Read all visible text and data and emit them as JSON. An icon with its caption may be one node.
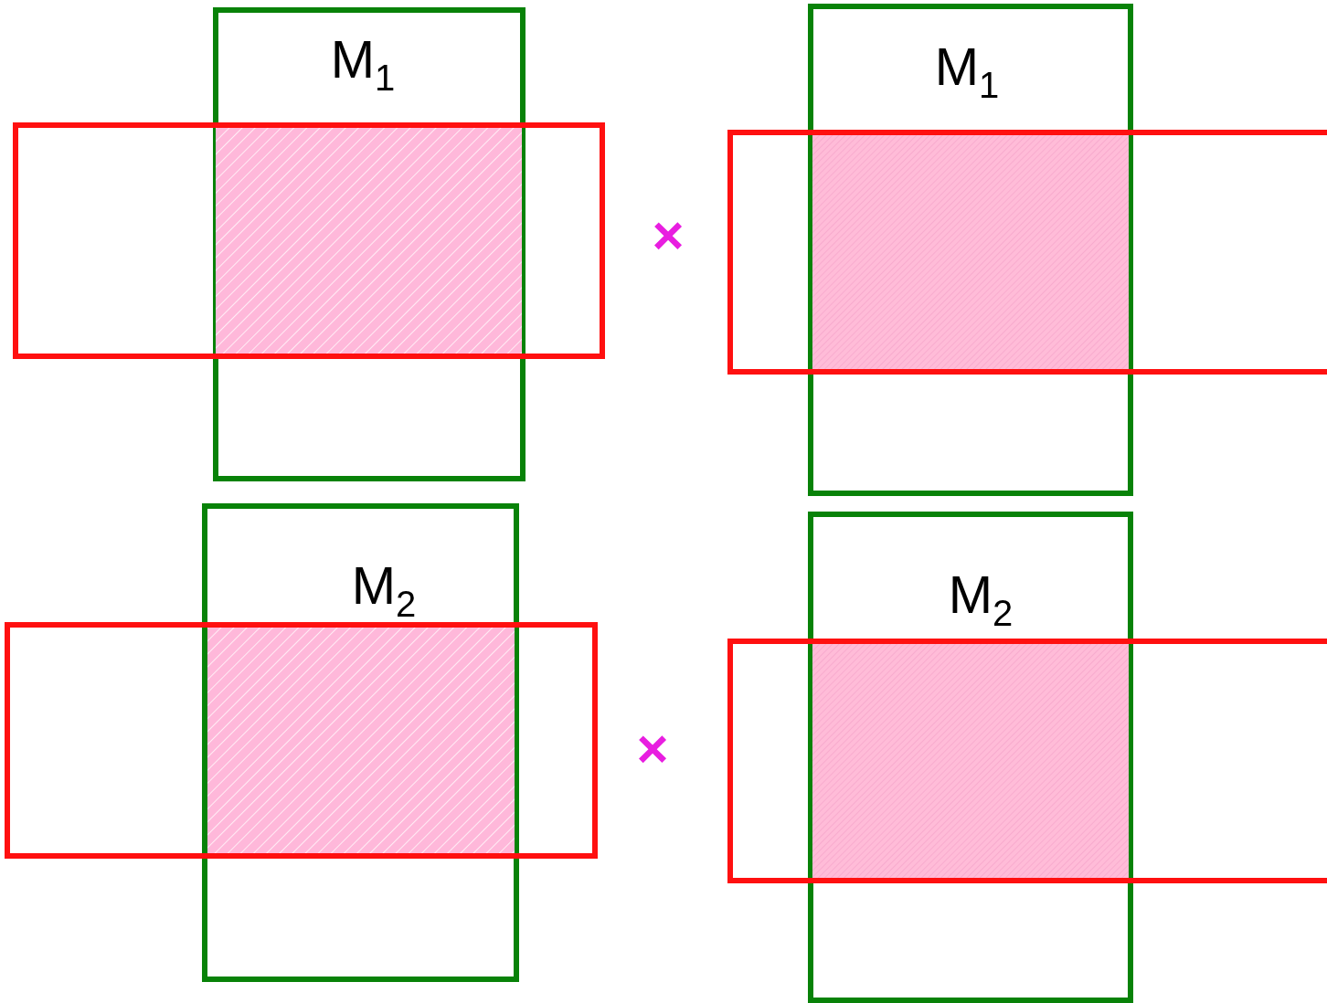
{
  "diagram": {
    "nodes": [
      {
        "text": [
          "M$_{1}$"
        ]
      },
      {
        "text": [],
        "shape": "box"
      },
      {
        "text": [],
        "shape": "box"
      },
      {
        "text": [
          "M$_{1}$"
        ]
      },
      {
        "text": [],
        "shape": "box"
      },
      {
        "text": [],
        "shape": "box"
      },
      {
        "text": [
          "M$_{2}$"
        ]
      },
      {
        "text": [],
        "shape": "box"
      },
      {
        "text": [],
        "shape": "box"
      },
      {
        "text": [
          "M$_{2}$"
        ]
      },
      {
        "text": [],
        "shape": "box"
      },
      {
        "text": [],
        "shape": "box"
      }
    ],
    "edges": [],
    "labels": [
      "×",
      "×"
    ]
  }
}
